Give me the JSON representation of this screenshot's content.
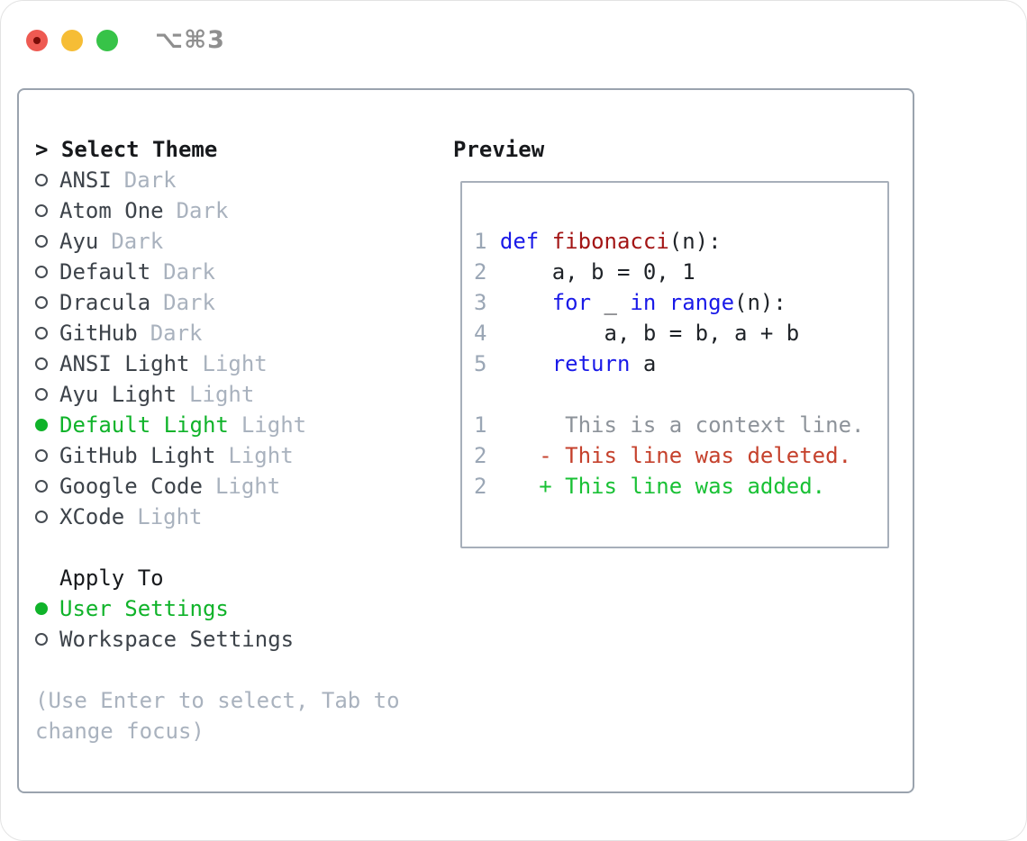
{
  "titlebar": {
    "shortcut": "⌥⌘3",
    "traffic_lights": [
      "close",
      "minimize",
      "zoom"
    ]
  },
  "theme_picker": {
    "prompt": ">",
    "title": "Select Theme",
    "items": [
      {
        "name": "ANSI",
        "variant": "Dark",
        "selected": false
      },
      {
        "name": "Atom One",
        "variant": "Dark",
        "selected": false
      },
      {
        "name": "Ayu",
        "variant": "Dark",
        "selected": false
      },
      {
        "name": "Default",
        "variant": "Dark",
        "selected": false
      },
      {
        "name": "Dracula",
        "variant": "Dark",
        "selected": false
      },
      {
        "name": "GitHub",
        "variant": "Dark",
        "selected": false
      },
      {
        "name": "ANSI Light",
        "variant": "Light",
        "selected": false
      },
      {
        "name": "Ayu Light",
        "variant": "Light",
        "selected": false
      },
      {
        "name": "Default Light",
        "variant": "Light",
        "selected": true
      },
      {
        "name": "GitHub Light",
        "variant": "Light",
        "selected": false
      },
      {
        "name": "Google Code",
        "variant": "Light",
        "selected": false
      },
      {
        "name": "XCode",
        "variant": "Light",
        "selected": false
      }
    ],
    "apply_to": {
      "title": "Apply To",
      "options": [
        {
          "label": "User Settings",
          "selected": true
        },
        {
          "label": "Workspace Settings",
          "selected": false
        }
      ]
    },
    "help_text": "(Use Enter to select, Tab to change focus)"
  },
  "preview": {
    "title": "Preview",
    "code_lines": [
      {
        "num": "1",
        "tokens": [
          {
            "t": "def",
            "c": "kw"
          },
          {
            "t": " ",
            "c": "pl"
          },
          {
            "t": "fibonacci",
            "c": "fn"
          },
          {
            "t": "(n):",
            "c": "pl"
          }
        ]
      },
      {
        "num": "2",
        "tokens": [
          {
            "t": "    a, b = 0, 1",
            "c": "pl"
          }
        ]
      },
      {
        "num": "3",
        "tokens": [
          {
            "t": "    ",
            "c": "pl"
          },
          {
            "t": "for",
            "c": "kw"
          },
          {
            "t": " _ ",
            "c": "pl"
          },
          {
            "t": "in",
            "c": "kw"
          },
          {
            "t": " ",
            "c": "pl"
          },
          {
            "t": "range",
            "c": "kw"
          },
          {
            "t": "(n):",
            "c": "pl"
          }
        ]
      },
      {
        "num": "4",
        "tokens": [
          {
            "t": "        a, b = b, a + b",
            "c": "pl"
          }
        ]
      },
      {
        "num": "5",
        "tokens": [
          {
            "t": "    ",
            "c": "pl"
          },
          {
            "t": "return",
            "c": "kw"
          },
          {
            "t": " a",
            "c": "pl"
          }
        ]
      }
    ],
    "diff_lines": [
      {
        "num": "1",
        "kind": "context",
        "text": "  This is a context line."
      },
      {
        "num": "2",
        "kind": "deleted",
        "text": "- This line was deleted."
      },
      {
        "num": "2",
        "kind": "added",
        "text": "+ This line was added."
      }
    ]
  },
  "colors": {
    "selection_green": "#10b32a",
    "added_green": "#19c135",
    "deleted_red": "#c5412c",
    "keyword_blue": "#1a1ae8",
    "function_red": "#a31515",
    "line_number_gray": "#9aa6b5",
    "muted_gray": "#a9b2be",
    "context_gray": "#8d939a",
    "panel_border": "#9aa3ae",
    "traffic_red": "#ee5a52",
    "traffic_yellow": "#f6bd35",
    "traffic_green": "#37c348"
  }
}
